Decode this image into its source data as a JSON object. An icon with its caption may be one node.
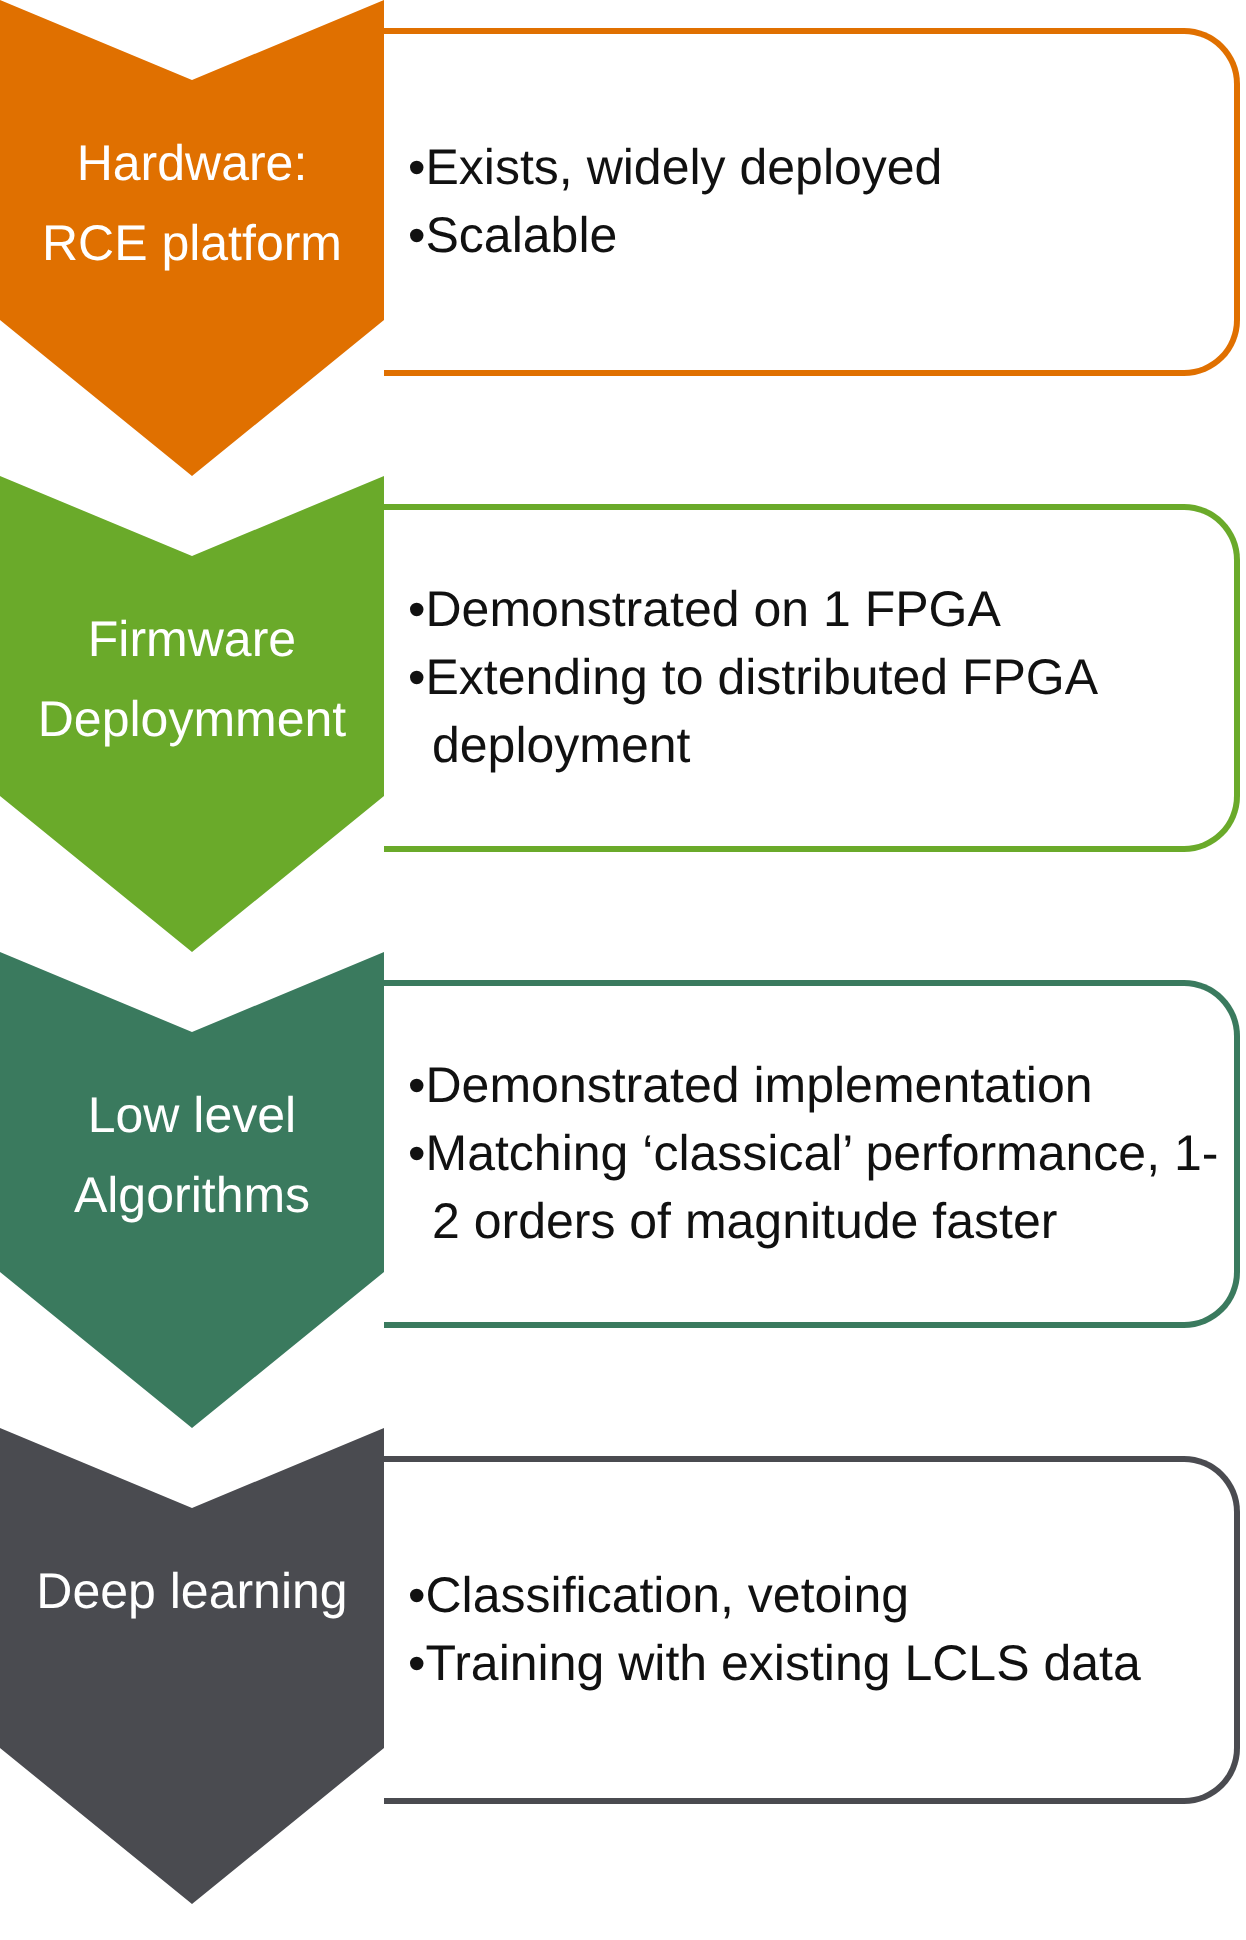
{
  "diagram": {
    "nodes": [
      {
        "text": [
          "Hardware: RCE platform"
        ]
      },
      {
        "text": [
          "•Exists, widely deployed",
          "•Scalable"
        ]
      },
      {
        "text": [
          "Firmware Deploymment"
        ]
      },
      {
        "text": [
          "•Demonstrated on 1 FPGA",
          "•Extending to distributed FPGA deployment"
        ]
      },
      {
        "text": [
          "Low level Algorithms"
        ]
      },
      {
        "text": [
          "•Demonstrated implementation",
          "•Matching ‘classical’ performance, 1-2 orders of magnitude faster"
        ]
      },
      {
        "text": [
          "Deep learning"
        ]
      },
      {
        "text": [
          "•Classification, vetoing",
          "•Training with existing LCLS data"
        ]
      }
    ]
  }
}
